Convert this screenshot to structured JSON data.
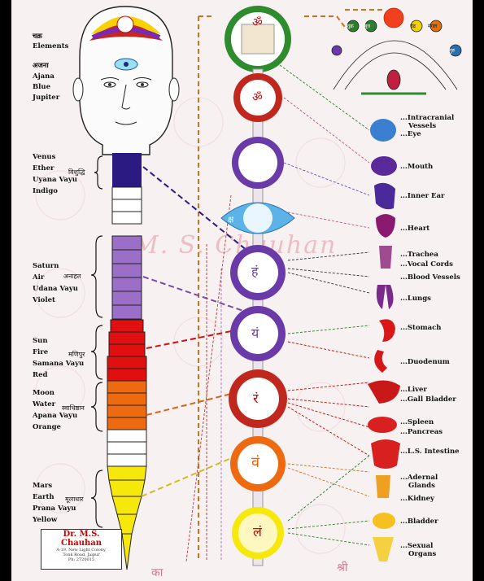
{
  "left_labels": {
    "chakra_elements": [
      "चक्र",
      "Elements"
    ],
    "ajana": [
      "अजना",
      "Ajana",
      "Blue",
      "Jupiter"
    ],
    "vishuddhi": [
      "Venus",
      "Ether",
      "Uyana Vayu",
      "Indigo"
    ],
    "vishuddhi_hindi": "विशुद्धि",
    "anahata": [
      "Saturn",
      "Air",
      "Udana Vayu",
      "Violet"
    ],
    "anahata_hindi": "अनाहत",
    "manipur": [
      "Sun",
      "Fire",
      "Samana Vayu",
      "Red"
    ],
    "manipur_hindi": "मणिपुर",
    "svadhisthan": [
      "Moon",
      "Water",
      "Apana Vayu",
      "Orange"
    ],
    "svadhisthan_hindi": "स्वाधिष्ठान",
    "muladhar": [
      "Mars",
      "Earth",
      "Prana Vayu",
      "Yellow"
    ],
    "muladhar_hindi": "मूलाधार"
  },
  "organs": [
    "...Intracranial",
    "Vessels",
    "...Eye",
    "...Mouth",
    "...Inner Ear",
    "...Heart",
    "...Trachea",
    "...Vocal Cords",
    "...Blood Vessels",
    "...Lungs",
    "...Stomach",
    "...Duodenum",
    "...Liver",
    "...Gall Bladder",
    "...Spleen",
    "...Pancreas",
    "...L.S. Intestine",
    "...Adernal",
    "Glands",
    "...Kidney",
    "...Bladder",
    "...Sexual",
    "Organs"
  ],
  "chakra_glyphs": [
    "ॐ",
    "ॐ",
    "हं",
    "यं",
    "रं",
    "वं",
    "लं"
  ],
  "ksham": "क्ष",
  "watermark": "M. S. Chauhan",
  "top_right_labels": [
    "शुक्र",
    "मंगल",
    "चंद्र",
    "बुध",
    "गुरु"
  ],
  "card": {
    "name": "Dr. M.S. Chauhan",
    "line1": "A-19, New Light Colony,",
    "line2": "Tonk Road, Jaipur",
    "line3": "Ph: 2720015"
  },
  "bottom_letters": [
    "का",
    "श्री"
  ],
  "colors": {
    "indigo": "#2a1a82",
    "violet": "#9b6fc7",
    "red": "#e01010",
    "orange": "#ee6a10",
    "yellow": "#f5e80a",
    "green": "#2e8b2e"
  }
}
